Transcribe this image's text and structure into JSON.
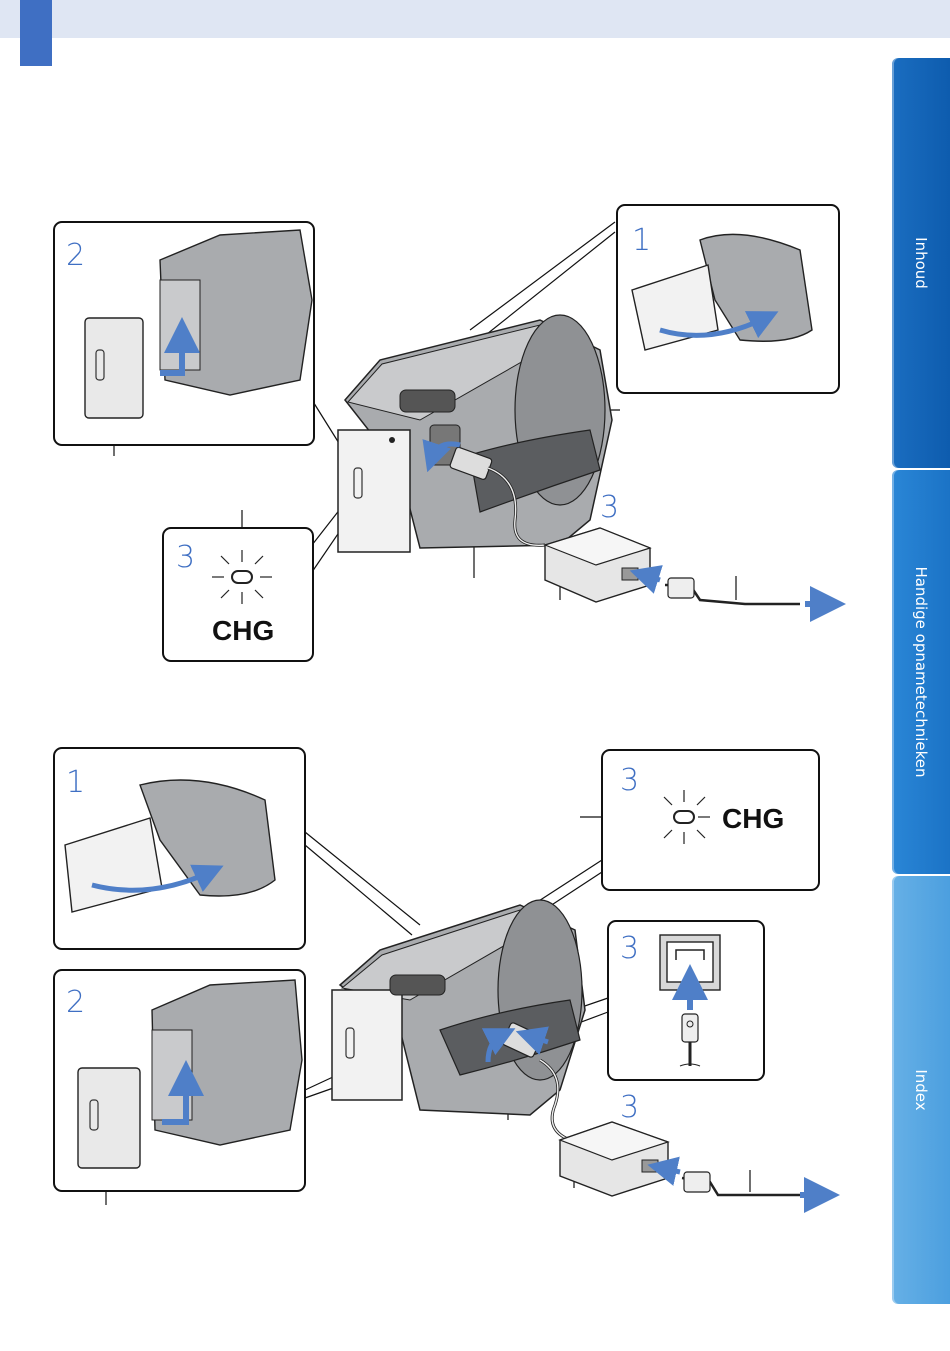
{
  "side_tabs": [
    {
      "label": "Inhoud"
    },
    {
      "label": "Handige opnametechnieken"
    },
    {
      "label": "Index"
    }
  ],
  "figure1": {
    "panel_2": {
      "step": "2"
    },
    "panel_1": {
      "step": "1"
    },
    "panel_chg": {
      "step": "3",
      "indicator": "CHG"
    },
    "adapter_step": "3"
  },
  "figure2": {
    "panel_1": {
      "step": "1"
    },
    "panel_2": {
      "step": "2"
    },
    "panel_chg": {
      "step": "3",
      "indicator": "CHG"
    },
    "panel_jack": {
      "step": "3"
    },
    "adapter_step": "3"
  },
  "colors": {
    "accent": "#3f6fc3",
    "header_band": "#dfe6f3",
    "arrow": "#4f7fc8"
  }
}
